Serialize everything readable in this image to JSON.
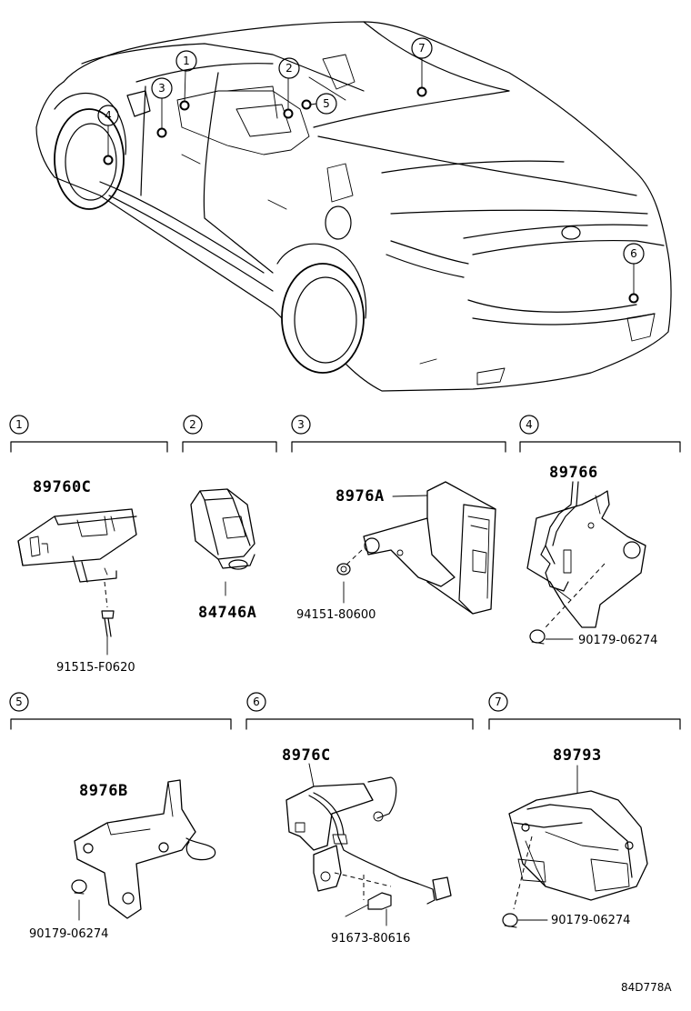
{
  "callouts": [
    {
      "num": "1"
    },
    {
      "num": "2"
    },
    {
      "num": "3"
    },
    {
      "num": "4"
    },
    {
      "num": "5"
    },
    {
      "num": "6"
    },
    {
      "num": "7"
    }
  ],
  "sections": [
    {
      "num": "1",
      "parts": [
        "89760C",
        "91515-F0620"
      ]
    },
    {
      "num": "2",
      "parts": [
        "84746A"
      ]
    },
    {
      "num": "3",
      "parts": [
        "8976A",
        "94151-80600"
      ]
    },
    {
      "num": "4",
      "parts": [
        "89766",
        "90179-06274"
      ]
    },
    {
      "num": "5",
      "parts": [
        "8976B",
        "90179-06274"
      ]
    },
    {
      "num": "6",
      "parts": [
        "8976C",
        "91673-80616"
      ]
    },
    {
      "num": "7",
      "parts": [
        "89793",
        "90179-06274"
      ]
    }
  ],
  "diagram_code": "84D778A"
}
